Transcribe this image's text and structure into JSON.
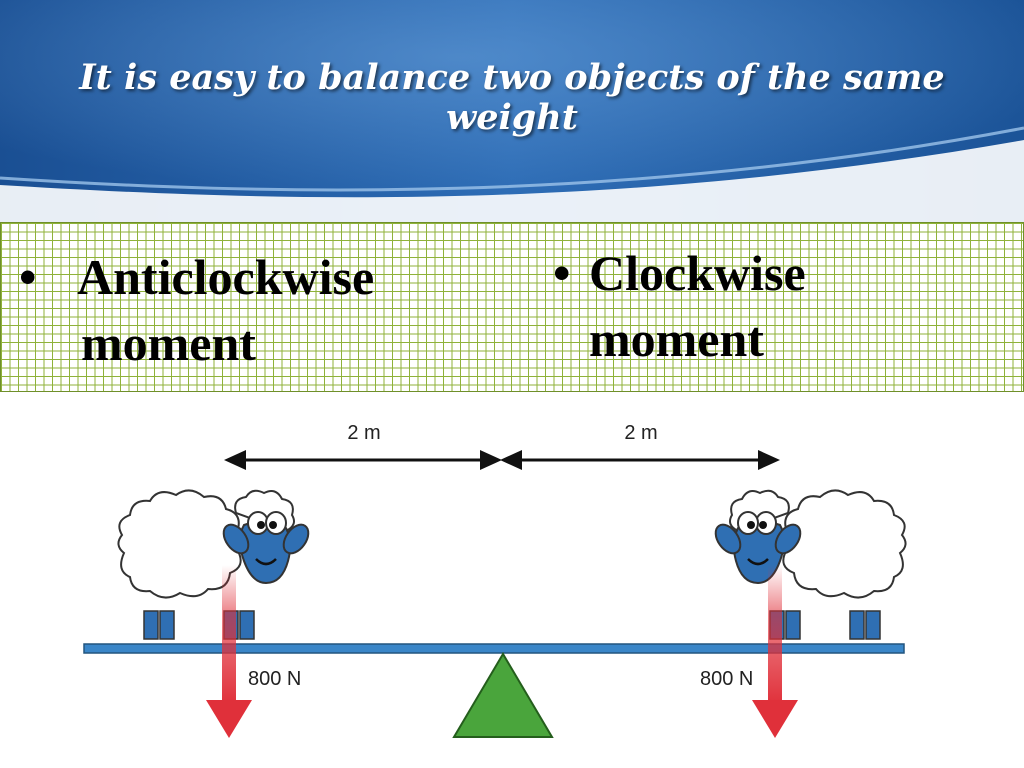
{
  "slide": {
    "title": "It is easy to balance two objects of the same weight"
  },
  "bullets": {
    "left": {
      "marker": "•",
      "line1": "Anticlockwise",
      "line2": "moment"
    },
    "right": {
      "marker": "•",
      "line1": "Clockwise",
      "line2": "moment"
    }
  },
  "diagram": {
    "left_distance": "2 m",
    "right_distance": "2 m",
    "left_force": "800 N",
    "right_force": "800 N",
    "colors": {
      "beam": "#3a86c8",
      "pivot": "#4aa53c",
      "arrow": "#e0303a",
      "sheep_face": "#2f6fb3",
      "header_blue": "#1f5ea8"
    }
  }
}
